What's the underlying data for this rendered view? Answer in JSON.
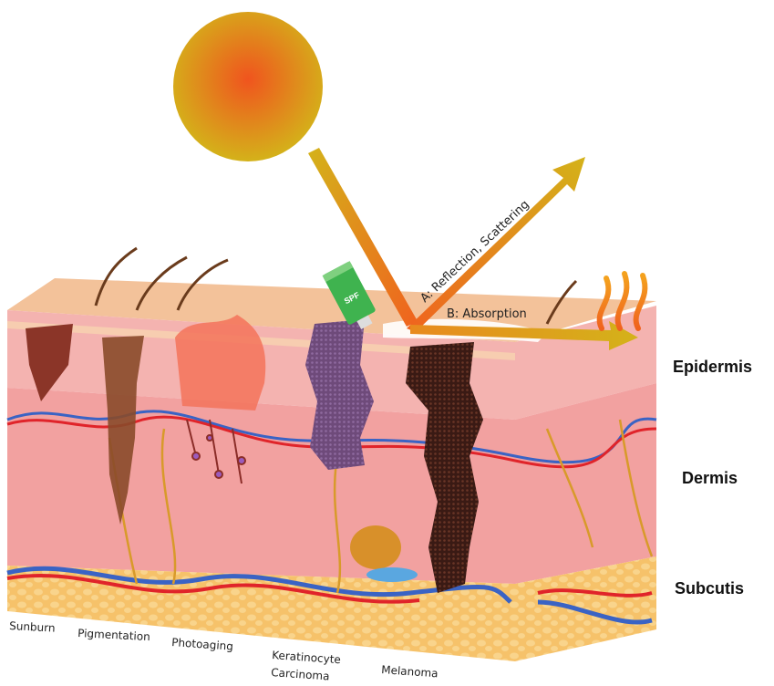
{
  "title_elements": {
    "rays": {
      "a_label": "A: Reflection, Scattering",
      "b_label": "B: Absorption"
    },
    "sunscreen_label": "SPF"
  },
  "layers": [
    "Epidermis",
    "Dermis",
    "Subcutis"
  ],
  "conditions": [
    "Sunburn",
    "Pigmentation",
    "Photoaging",
    "Keratinocyte",
    "Carcinoma",
    "Melanoma"
  ],
  "colors": {
    "sun_center": "#f0541e",
    "sun_edge": "#d4b21a",
    "epidermis": "#f4b3b0",
    "dermis": "#f2a1a0",
    "subcutis": "#f6c26a",
    "spf_tube": "#3fb34f"
  }
}
